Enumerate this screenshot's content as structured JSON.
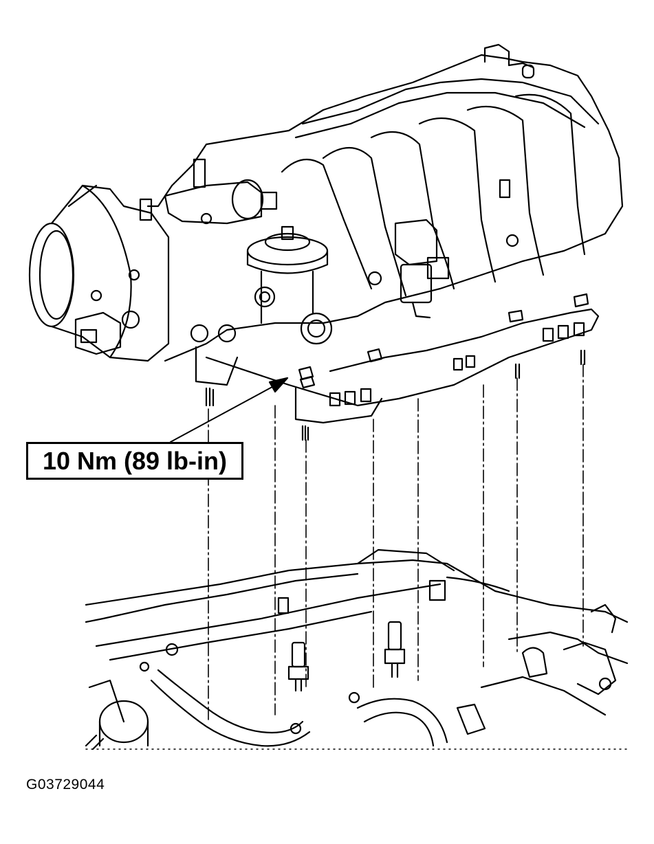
{
  "callout": {
    "torque_label": "10 Nm (89 lb-in)"
  },
  "figure": {
    "id": "G03729044"
  },
  "colors": {
    "line": "#000000",
    "background": "#ffffff"
  },
  "parts": [
    "intake-manifold",
    "throttle-body",
    "egr-valve",
    "manifold-studs",
    "cylinder-head",
    "fuel-injectors",
    "alignment-dash-lines",
    "callout-arrow"
  ]
}
